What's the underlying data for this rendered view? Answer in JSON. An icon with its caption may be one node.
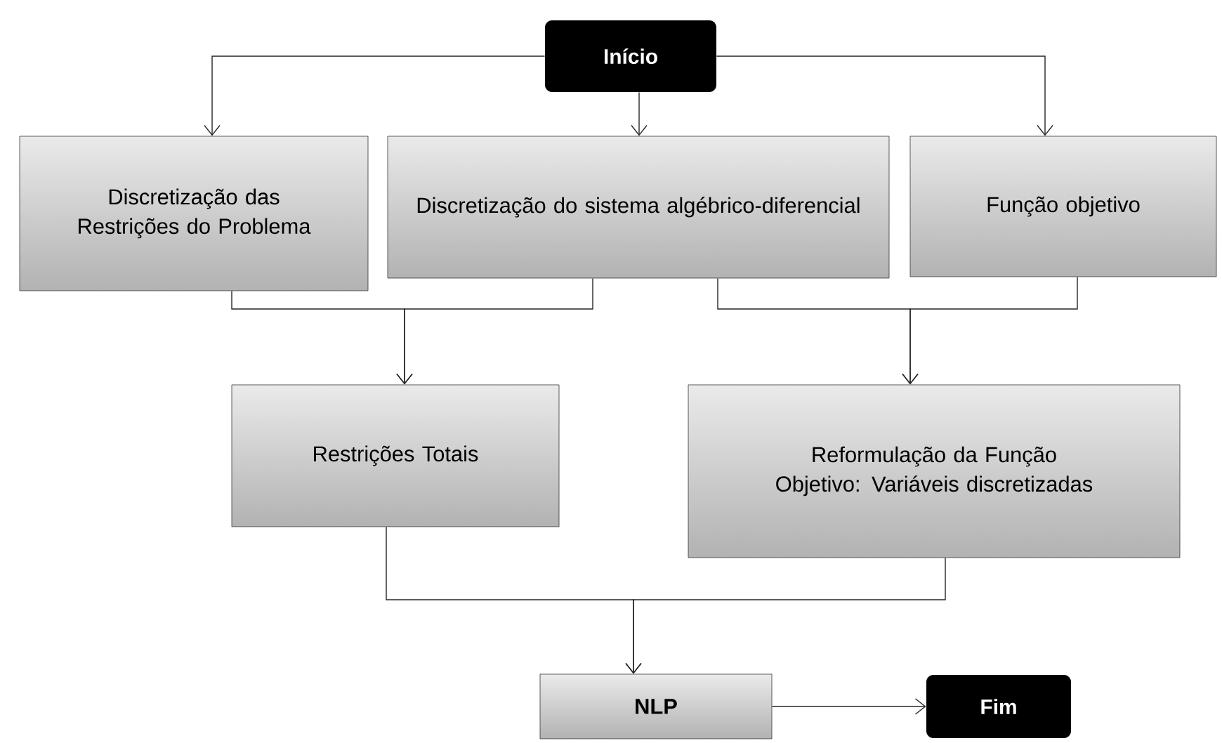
{
  "diagram": {
    "nodes": [
      {
        "text": [
          "Início"
        ]
      },
      {
        "text": [
          "Discretização das Restrições do Problema"
        ]
      },
      {
        "text": [
          "Discretização do sistema algébrico-diferencial"
        ]
      },
      {
        "text": [
          "Função objetivo"
        ]
      },
      {
        "text": [
          "Restrições Totais"
        ]
      },
      {
        "text": [
          "Reformulação da Função Objetivo: Variáveis discretizadas"
        ]
      },
      {
        "text": [
          "NLP"
        ]
      },
      {
        "text": [
          "Fim"
        ]
      }
    ],
    "edges": [
      {
        "from": 0,
        "to": 1,
        "arrow": "to"
      },
      {
        "from": 0,
        "to": 2,
        "arrow": "to"
      },
      {
        "from": 0,
        "to": 3,
        "arrow": "to"
      },
      {
        "from": 1,
        "to": 4,
        "arrow": "to"
      },
      {
        "from": 2,
        "to": 4,
        "arrow": "to"
      },
      {
        "from": 2,
        "to": 5,
        "arrow": "to"
      },
      {
        "from": 3,
        "to": 5,
        "arrow": "to"
      },
      {
        "from": 4,
        "to": 6,
        "arrow": "to"
      },
      {
        "from": 5,
        "to": 6,
        "arrow": "to"
      },
      {
        "from": 6,
        "to": 7,
        "arrow": "to"
      }
    ]
  }
}
